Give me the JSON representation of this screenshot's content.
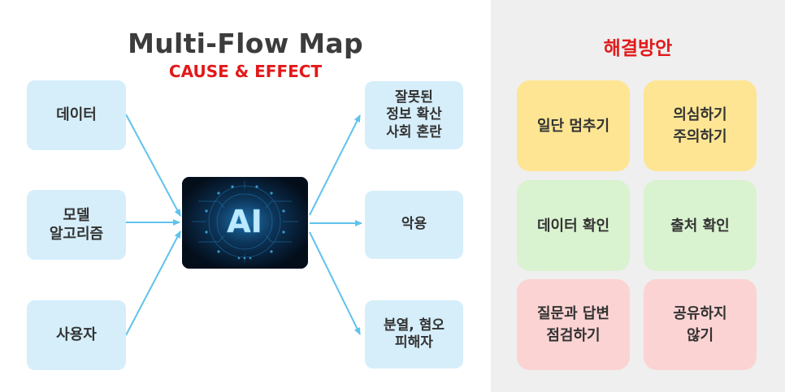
{
  "header": {
    "title": "Multi-Flow Map",
    "subtitle": "CAUSE & EFFECT"
  },
  "causes": [
    {
      "label": "데이터"
    },
    {
      "label": "모델\n알고리즘"
    },
    {
      "label": "사용자"
    }
  ],
  "center": {
    "label": "AI",
    "icon": "ai-circuit-icon"
  },
  "effects": [
    {
      "label": "잘못된\n정보 확산\n사회 혼란"
    },
    {
      "label": "악용"
    },
    {
      "label": "분열, 혐오\n피해자"
    }
  ],
  "solutions": {
    "title": "해결방안",
    "cards": [
      {
        "label": "일단 멈추기",
        "color": "#fde593"
      },
      {
        "label": "의심하기\n주의하기",
        "color": "#fde593"
      },
      {
        "label": "데이터 확인",
        "color": "#d9f2cf"
      },
      {
        "label": "출처 확인",
        "color": "#d9f2cf"
      },
      {
        "label": "질문과 답변\n점검하기",
        "color": "#fcd3d3"
      },
      {
        "label": "공유하지\n않기",
        "color": "#fcd3d3"
      }
    ]
  },
  "colors": {
    "cause_effect_box": "#d6eefa",
    "arrow": "#5fc3ec",
    "title": "#3c3c3c",
    "accent": "#e2191a",
    "panel": "#efefef"
  }
}
